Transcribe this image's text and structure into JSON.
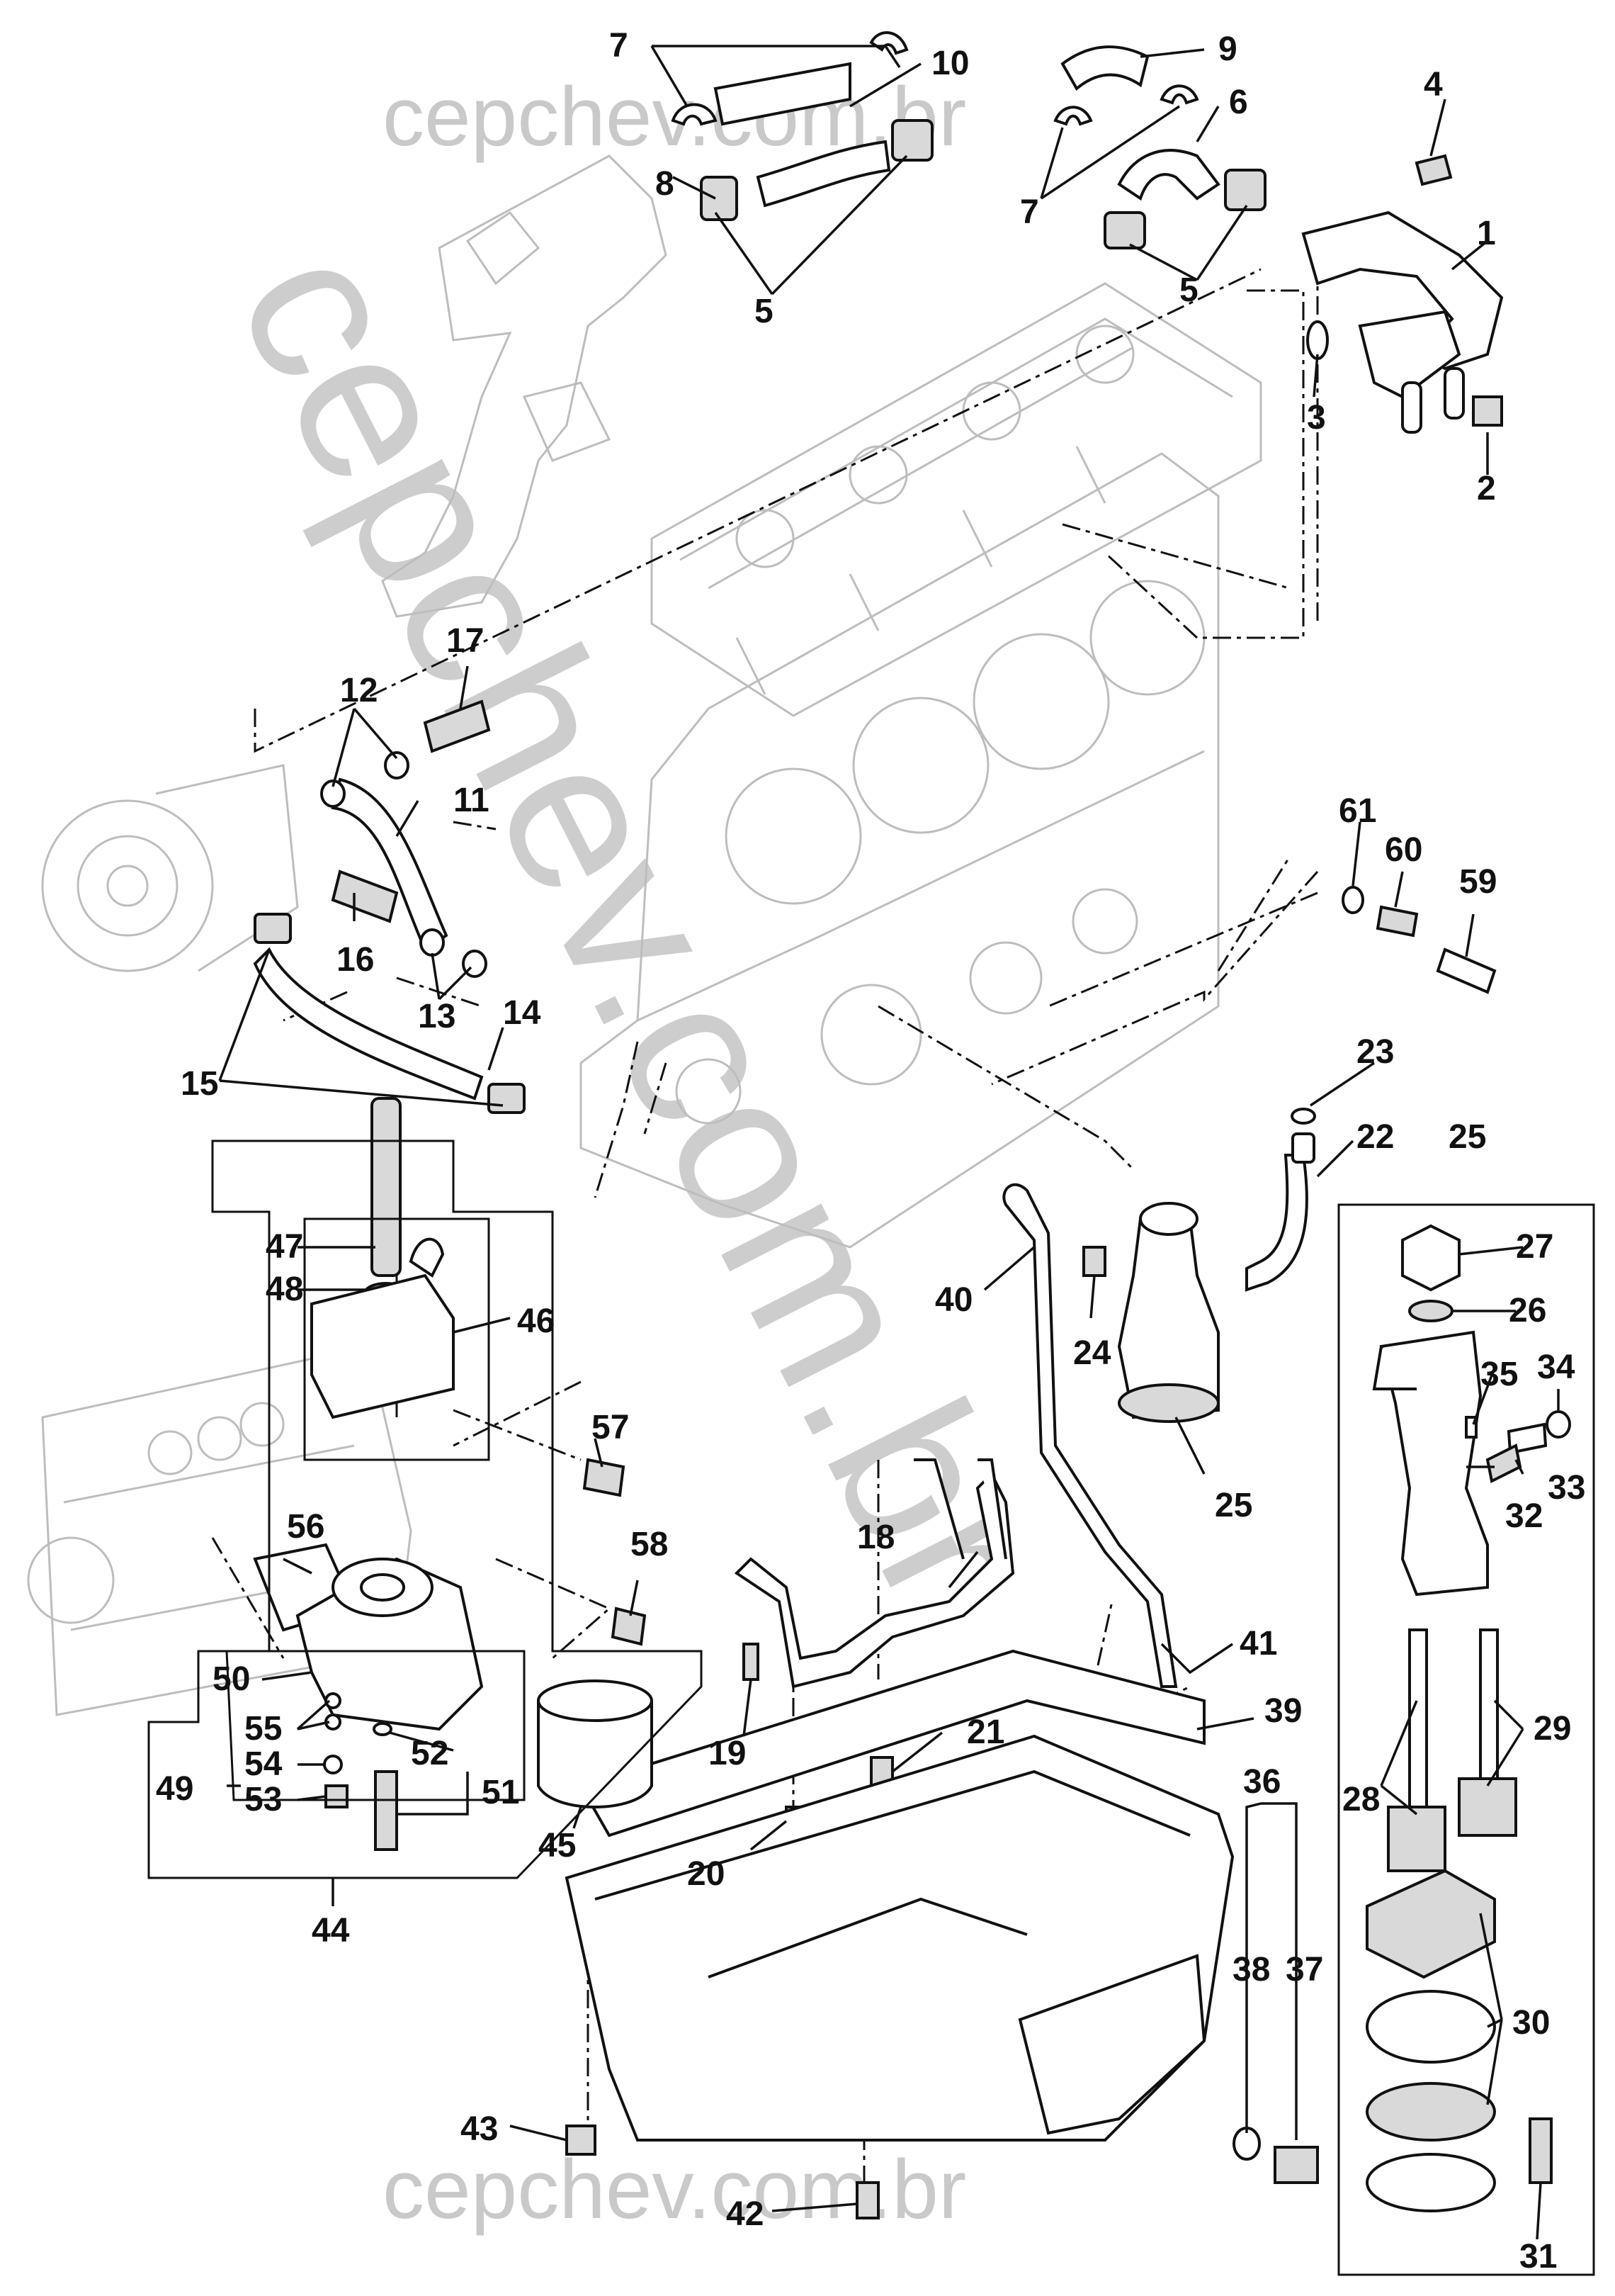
{
  "watermark": {
    "top": "cepchev.com.br",
    "bottom": "cepchev.com.br",
    "diagonal": "cepchev.com.br"
  },
  "callouts": {
    "c1": "1",
    "c2": "2",
    "c3": "3",
    "c4": "4",
    "c5a": "5",
    "c5b": "5",
    "c6": "6",
    "c7a": "7",
    "c7b": "7",
    "c8": "8",
    "c9": "9",
    "c10": "10",
    "c11": "11",
    "c12": "12",
    "c13": "13",
    "c14": "14",
    "c15": "15",
    "c16": "16",
    "c17": "17",
    "c18": "18",
    "c19": "19",
    "c20": "20",
    "c21": "21",
    "c22": "22",
    "c23": "23",
    "c24": "24",
    "c25a": "25",
    "c25b": "25",
    "c26": "26",
    "c27": "27",
    "c28": "28",
    "c29": "29",
    "c30": "30",
    "c31": "31",
    "c32": "32",
    "c33": "33",
    "c34": "34",
    "c35": "35",
    "c36": "36",
    "c37": "37",
    "c38": "38",
    "c39": "39",
    "c40": "40",
    "c41": "41",
    "c42": "42",
    "c43": "43",
    "c44": "44",
    "c45": "45",
    "c46": "46",
    "c47": "47",
    "c48": "48",
    "c49": "49",
    "c50": "50",
    "c51": "51",
    "c52": "52",
    "c53": "53",
    "c54": "54",
    "c55": "55",
    "c56": "56",
    "c57": "57",
    "c58": "58",
    "c59": "59",
    "c60": "60",
    "c61": "61"
  }
}
